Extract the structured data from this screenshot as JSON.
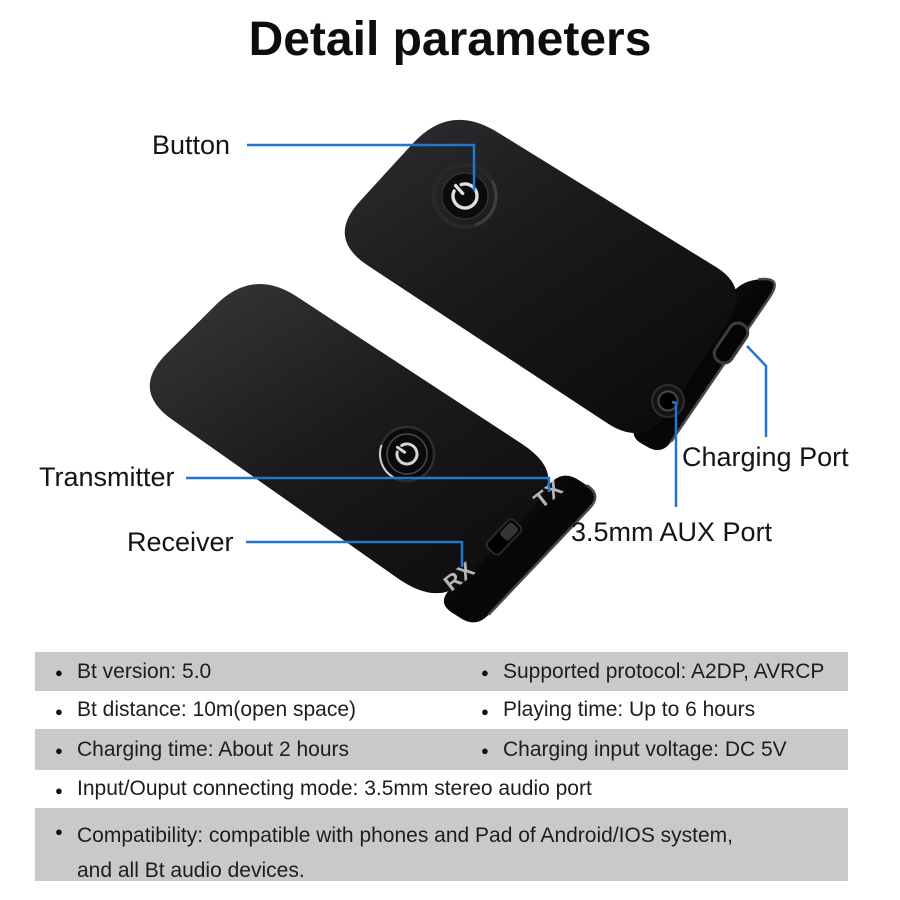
{
  "title": "Detail parameters",
  "colors": {
    "callout_blue": "#2077cf",
    "row_gray": "#c9c9c9",
    "device_black": "#151517"
  },
  "callouts": {
    "button": "Button",
    "transmitter": "Transmitter",
    "receiver": "Receiver",
    "charging_port": "Charging Port",
    "aux_port": "3.5mm AUX Port"
  },
  "device_markings": {
    "tx": "TX",
    "rx": "RX"
  },
  "specs": {
    "bullet": "●",
    "rows": [
      {
        "left": "Bt version: 5.0",
        "right": "Supported protocol: A2DP, AVRCP"
      },
      {
        "left": "Bt distance: 10m(open space)",
        "right": "Playing time: Up to 6 hours"
      },
      {
        "left": "Charging time: About 2 hours",
        "right": "Charging input voltage: DC 5V"
      },
      {
        "left": "Input/Ouput connecting mode: 3.5mm stereo audio port"
      },
      {
        "line1": "Compatibility: compatible with phones and Pad of Android/IOS system,",
        "line2": "and all Bt audio devices."
      }
    ]
  }
}
